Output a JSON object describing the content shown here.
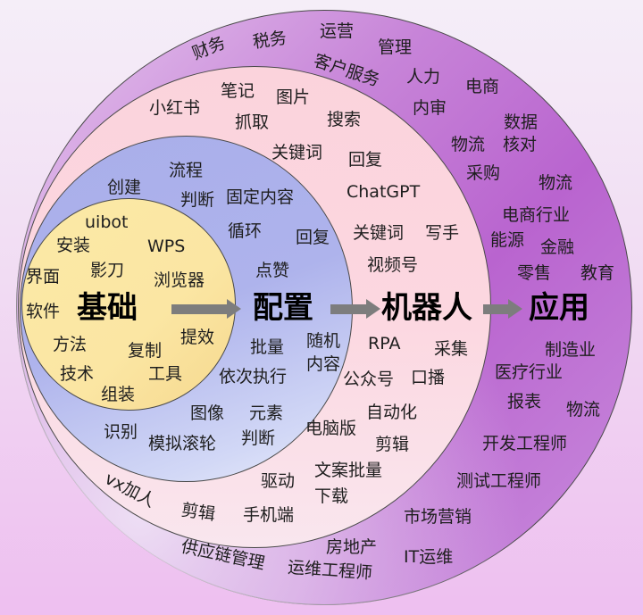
{
  "diagram": {
    "type": "concentric-circles",
    "colors": {
      "app_ring": "#c07ad6",
      "robot_ring": "#fcd6df",
      "config_ring": "#aab0ea",
      "basic_ring": "#fbe7a5",
      "arrow": "#7d7d7d",
      "background": "#f3dff5"
    },
    "stages": {
      "basic": "基础",
      "config": "配置",
      "robot": "机器人",
      "app": "应用"
    },
    "basic_words": [
      "uibot",
      "安装",
      "WPS",
      "界面",
      "影刀",
      "浏览器",
      "软件",
      "方法",
      "复制",
      "提效",
      "技术",
      "工具",
      "组装"
    ],
    "config_words": [
      "创建",
      "流程",
      "判断",
      "固定内容",
      "循环",
      "回复",
      "点赞",
      "批量",
      "随机",
      "内容",
      "依次执行",
      "图像",
      "元素",
      "识别",
      "模拟滚轮",
      "判断"
    ],
    "robot_words": [
      "小红书",
      "笔记",
      "图片",
      "抓取",
      "搜索",
      "关键词",
      "回复",
      "ChatGPT",
      "关键词",
      "写手",
      "视频号",
      "RPA",
      "采集",
      "公众号",
      "口播",
      "自动化",
      "电脑版",
      "剪辑",
      "驱动",
      "文案批量",
      "下载",
      "vx加人",
      "剪辑",
      "手机端"
    ],
    "app_words": [
      "财务",
      "税务",
      "运营",
      "管理",
      "客户服务",
      "人力",
      "电商",
      "内审",
      "数据",
      "核对",
      "物流",
      "采购",
      "物流",
      "电商行业",
      "能源",
      "金融",
      "零售",
      "教育",
      "制造业",
      "医疗行业",
      "报表",
      "物流",
      "开发工程师",
      "测试工程师",
      "市场营销",
      "房地产",
      "IT运维",
      "供应链管理",
      "运维工程师"
    ]
  }
}
